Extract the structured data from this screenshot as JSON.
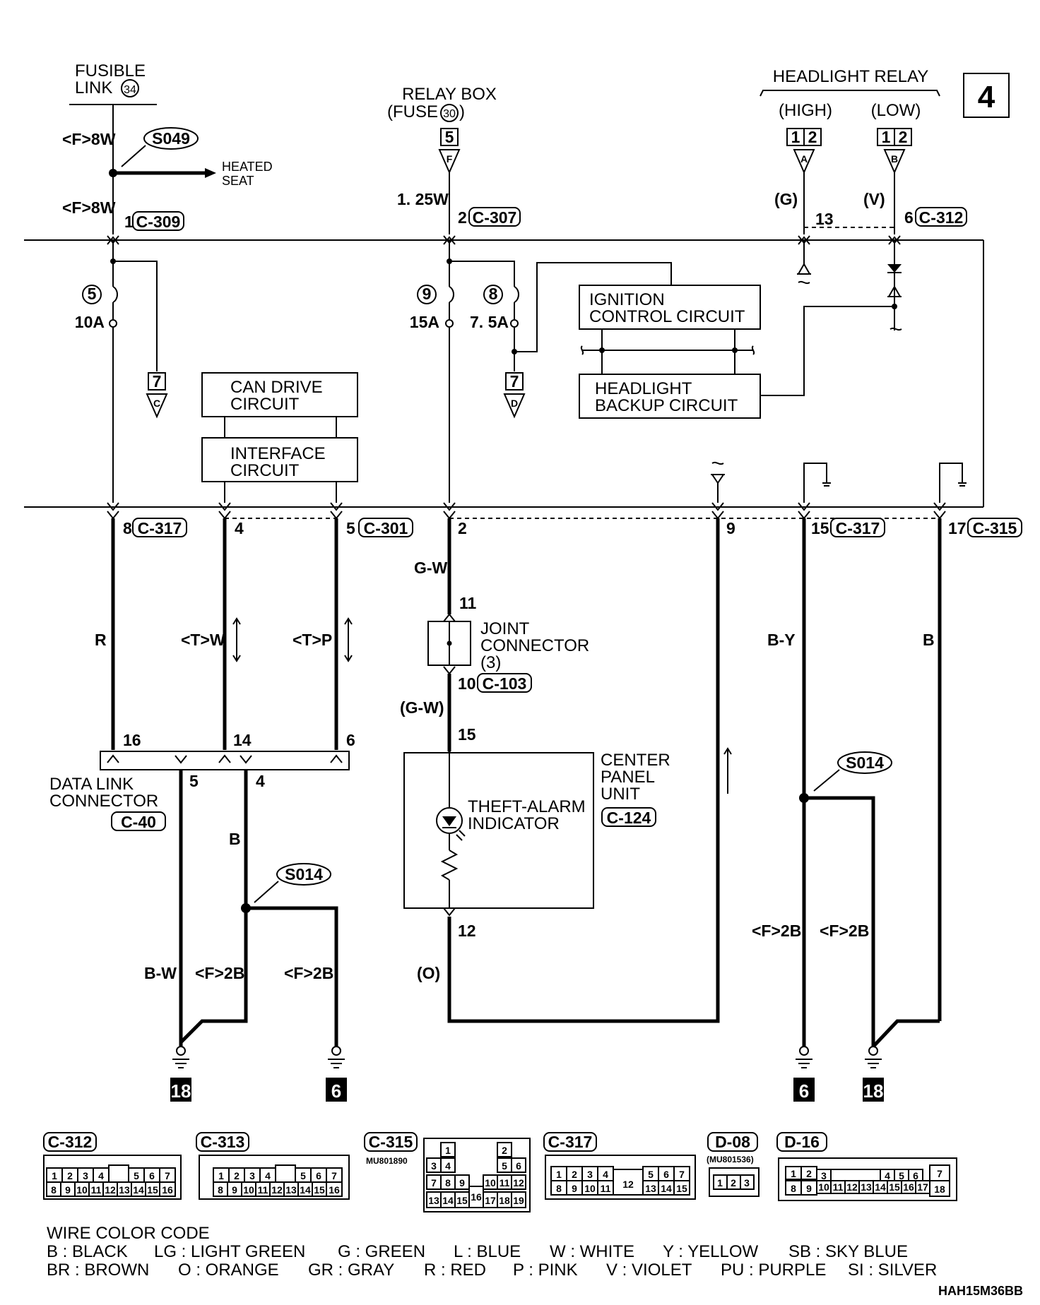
{
  "page_number": "4",
  "sources": {
    "fusible_link": {
      "line1": "FUSIBLE",
      "line2": "LINK",
      "num": "34"
    },
    "relay_box": {
      "line1": "RELAY BOX",
      "line2a": "(FUSE",
      "num": "30",
      "line2b": ")",
      "pin": "5",
      "tag": "F"
    },
    "headlight_relay": {
      "title": "HEADLIGHT RELAY",
      "high": "(HIGH)",
      "low": "(LOW)",
      "pins": [
        "1",
        "2"
      ],
      "tag_high": "A",
      "tag_low": "B"
    }
  },
  "wires_top": {
    "fusible_wire1": "<F>8W",
    "fusible_wire2": "<F>8W",
    "splice_s049": "S049",
    "heated_seat_1": "HEATED",
    "heated_seat_2": "SEAT",
    "fuse_wire": "1. 25W",
    "g_label": "(G)",
    "v_label": "(V)"
  },
  "connectors_top": {
    "c309_pin": "1",
    "c309": "C-309",
    "c307_pin": "2",
    "c307": "C-307",
    "c312_pin13": "13",
    "c312_pin": "6",
    "c312": "C-312"
  },
  "fuses": [
    {
      "num": "5",
      "rating": "10A"
    },
    {
      "num": "9",
      "rating": "15A"
    },
    {
      "num": "8",
      "rating": "7. 5A"
    }
  ],
  "offpage": {
    "c_pin": "7",
    "c_tag": "C",
    "d_pin": "7",
    "d_tag": "D"
  },
  "blocks": {
    "can1": "CAN DRIVE",
    "can2": "CIRCUIT",
    "if1": "INTERFACE",
    "if2": "CIRCUIT",
    "ign1": "IGNITION",
    "ign2": "CONTROL CIRCUIT",
    "hb1": "HEADLIGHT",
    "hb2": "BACKUP CIRCUIT"
  },
  "connectors_bottom": {
    "p8": "8",
    "c317a": "C-317",
    "p4": "4",
    "p5": "5",
    "c301": "C-301",
    "p2": "2",
    "p9": "9",
    "p15": "15",
    "c317b": "C-317",
    "p17": "17",
    "c315": "C-315"
  },
  "wire_colors_mid": {
    "r": "R",
    "tw": "<T>W",
    "tp": "<T>P",
    "gw": "G-W",
    "gw2": "(G-W)",
    "by": "B-Y",
    "b": "B"
  },
  "joint": {
    "l1": "JOINT",
    "l2": "CONNECTOR",
    "l3": "(3)",
    "pin11": "11",
    "pin10": "10",
    "conn": "C-103"
  },
  "cpu": {
    "l1": "CENTER",
    "l2": "PANEL",
    "l3": "UNIT",
    "conn": "C-124",
    "ind1": "THEFT-ALARM",
    "ind2": "INDICATOR",
    "pin15": "15",
    "pin12": "12",
    "orange": "(O)"
  },
  "dlc": {
    "l1": "DATA LINK",
    "l2": "CONNECTOR",
    "conn": "C-40",
    "pin16": "16",
    "pin14": "14",
    "pin6": "6",
    "pin5": "5",
    "pin4": "4"
  },
  "lower": {
    "b": "B",
    "s014a": "S014",
    "bw": "B-W",
    "f2b_1": "<F>2B",
    "f2b_2": "<F>2B",
    "s014b": "S014",
    "f2b_3": "<F>2B",
    "f2b_4": "<F>2B"
  },
  "grounds": [
    "18",
    "6",
    "6",
    "18"
  ],
  "connector_faces": {
    "c312": {
      "name": "C-312",
      "row1": [
        "1",
        "2",
        "3",
        "4",
        "",
        "5",
        "6",
        "7"
      ],
      "row2": [
        "8",
        "9",
        "10",
        "11",
        "12",
        "13",
        "14",
        "15",
        "16"
      ]
    },
    "c313": {
      "name": "C-313",
      "row1": [
        "1",
        "2",
        "3",
        "4",
        "",
        "5",
        "6",
        "7"
      ],
      "row2": [
        "8",
        "9",
        "10",
        "11",
        "12",
        "13",
        "14",
        "15",
        "16"
      ]
    },
    "c315": {
      "name": "C-315",
      "part": "MU801890",
      "cells": [
        "1",
        "2",
        "3",
        "4",
        "5",
        "6",
        "7",
        "8",
        "9",
        "10",
        "11",
        "12",
        "13",
        "14",
        "15",
        "16",
        "17",
        "18",
        "19"
      ]
    },
    "c317": {
      "name": "C-317",
      "cells": [
        "1",
        "2",
        "3",
        "4",
        "5",
        "6",
        "7",
        "8",
        "9",
        "10",
        "11",
        "12",
        "13",
        "14",
        "15"
      ]
    },
    "d08": {
      "name": "D-08",
      "part": "(MU801536)",
      "cells": [
        "1",
        "2",
        "3"
      ]
    },
    "d16": {
      "name": "D-16",
      "cells": [
        "1",
        "2",
        "3",
        "4",
        "5",
        "6",
        "7",
        "8",
        "9",
        "10",
        "11",
        "12",
        "13",
        "14",
        "15",
        "16",
        "17",
        "18"
      ]
    }
  },
  "wire_color_code": {
    "title": "WIRE COLOR CODE",
    "line1": [
      "B : BLACK",
      "LG : LIGHT GREEN",
      "G : GREEN",
      "L : BLUE",
      "W : WHITE",
      "Y : YELLOW",
      "SB : SKY BLUE"
    ],
    "line2": [
      "BR : BROWN",
      "O : ORANGE",
      "GR : GRAY",
      "R : RED",
      "P : PINK",
      "V : VIOLET",
      "PU : PURPLE",
      "SI : SILVER"
    ]
  },
  "doc_code": "HAH15M36BB"
}
